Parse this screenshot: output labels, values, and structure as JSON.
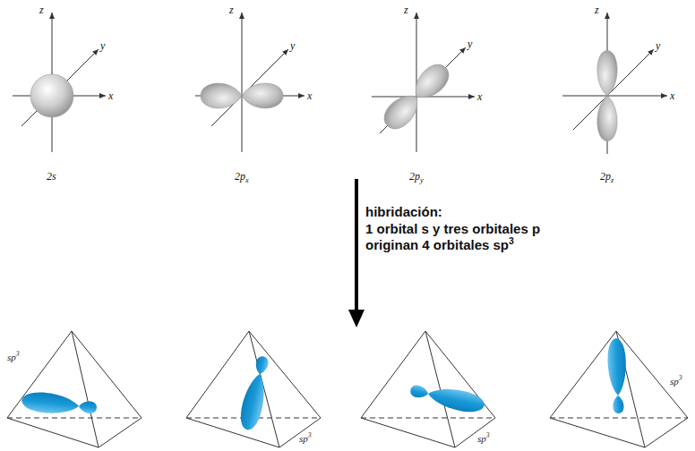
{
  "diagram": {
    "labels": [
      "z",
      "y",
      "x",
      "2s",
      "z",
      "y",
      "x",
      "2px",
      "z",
      "y",
      "x",
      "2py",
      "z",
      "y",
      "x",
      "2pz",
      "hibridación:",
      "1 orbital s y tres orbitales p originan 4 orbitales sp3",
      "sp3",
      "sp3",
      "sp3",
      "sp3"
    ]
  }
}
